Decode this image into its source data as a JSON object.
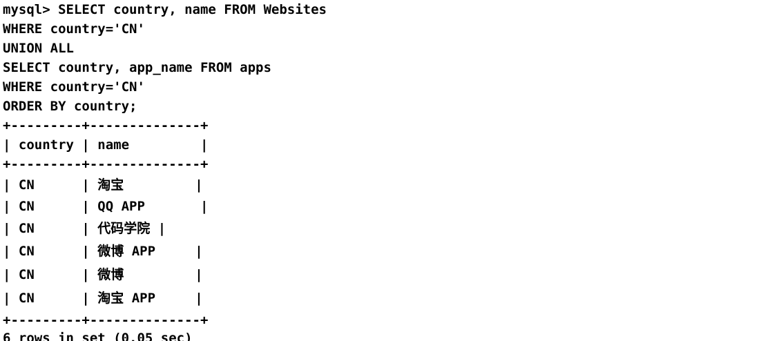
{
  "terminal": {
    "lines": [
      "mysql> SELECT country, name FROM Websites",
      "WHERE country='CN'",
      "UNION ALL",
      "SELECT country, app_name FROM apps",
      "WHERE country='CN'",
      "ORDER BY country;",
      "+---------+--------------+",
      "| country | name         |",
      "+---------+--------------+",
      "| CN      | 淘宝         |",
      "| CN      | QQ APP       |",
      "| CN      | 代码学院 |",
      "| CN      | 微博 APP     |",
      "| CN      | 微博         |",
      "| CN      | 淘宝 APP     |",
      "+---------+--------------+",
      "6 rows in set (0.05 sec)"
    ]
  }
}
